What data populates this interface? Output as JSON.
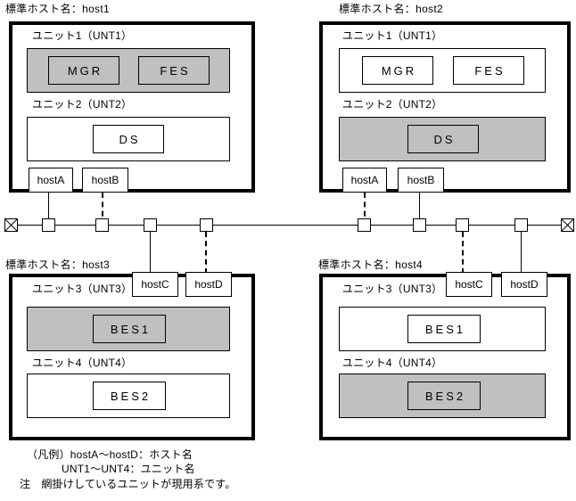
{
  "diagram": {
    "title": "HA host / unit configuration",
    "colors": {
      "active_unit_fill": "#c0c0c0",
      "inactive_unit_fill": "#ffffff",
      "line": "#000000",
      "background": "#ffffff"
    }
  },
  "hosts": [
    {
      "id": "host1",
      "caption": "標準ホスト名：host1",
      "units": [
        {
          "caption": "ユニット1（UNT1）",
          "unit_name": "UNT1",
          "active": true,
          "processes": [
            "MGR",
            "FES"
          ]
        },
        {
          "caption": "ユニット2（UNT2）",
          "unit_name": "UNT2",
          "active": false,
          "processes": [
            "DS"
          ]
        }
      ],
      "host_tags": [
        {
          "label": "hostA",
          "link": "solid"
        },
        {
          "label": "hostB",
          "link": "dashed"
        }
      ]
    },
    {
      "id": "host2",
      "caption": "標準ホスト名：host2",
      "units": [
        {
          "caption": "ユニット1（UNT1）",
          "unit_name": "UNT1",
          "active": false,
          "processes": [
            "MGR",
            "FES"
          ]
        },
        {
          "caption": "ユニット2（UNT2）",
          "unit_name": "UNT2",
          "active": true,
          "processes": [
            "DS"
          ]
        }
      ],
      "host_tags": [
        {
          "label": "hostA",
          "link": "dashed"
        },
        {
          "label": "hostB",
          "link": "solid"
        }
      ]
    },
    {
      "id": "host3",
      "caption": "標準ホスト名：host3",
      "units": [
        {
          "caption": "ユニット3（UNT3）",
          "unit_name": "UNT3",
          "active": true,
          "processes": [
            "BES1"
          ]
        },
        {
          "caption": "ユニット4（UNT4）",
          "unit_name": "UNT4",
          "active": false,
          "processes": [
            "BES2"
          ]
        }
      ],
      "host_tags": [
        {
          "label": "hostC",
          "link": "solid"
        },
        {
          "label": "hostD",
          "link": "dashed"
        }
      ]
    },
    {
      "id": "host4",
      "caption": "標準ホスト名：host4",
      "units": [
        {
          "caption": "ユニット3（UNT3）",
          "unit_name": "UNT3",
          "active": false,
          "processes": [
            "BES1"
          ]
        },
        {
          "caption": "ユニット4（UNT4）",
          "unit_name": "UNT4",
          "active": true,
          "processes": [
            "BES2"
          ]
        }
      ],
      "host_tags": [
        {
          "label": "hostC",
          "link": "dashed"
        },
        {
          "label": "hostD",
          "link": "solid"
        }
      ]
    }
  ],
  "network": {
    "terminator_icon": "crossed-box-icon",
    "node_icon": "bus-tap-icon",
    "node_count": 8,
    "terminator_count": 2
  },
  "legend": {
    "line1": "（凡例）hostA〜hostD：ホスト名",
    "line2": "UNT1〜UNT4：ユニット名",
    "line3": "注　網掛けしているユニットが現用系です。"
  }
}
